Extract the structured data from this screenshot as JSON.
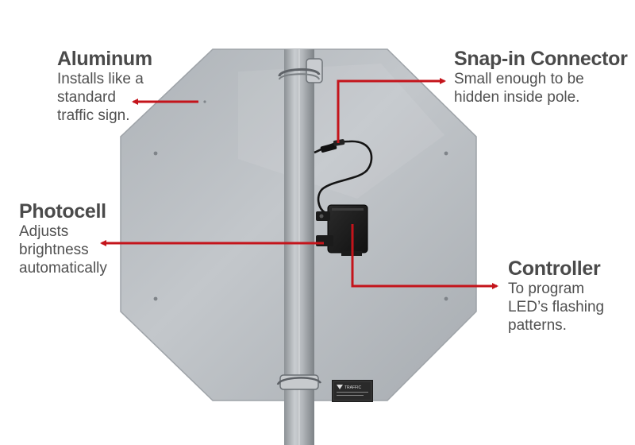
{
  "colors": {
    "arrow_red": "#c4141b",
    "sign_face": "#b7bcc1",
    "pole": "#a9aeb2",
    "text": "#4a4a4a"
  },
  "callouts": {
    "aluminum": {
      "title": "Aluminum",
      "lines": [
        "Installs like a",
        "standard",
        "traffic sign."
      ]
    },
    "snapin": {
      "title": "Snap-in Connector",
      "lines": [
        "Small enough to be",
        "hidden inside pole."
      ]
    },
    "photocell": {
      "title": "Photocell",
      "lines": [
        "Adjusts",
        "brightness",
        "automatically"
      ]
    },
    "controller": {
      "title": "Controller",
      "lines": [
        "To program",
        "LED’s flashing",
        "patterns."
      ]
    }
  },
  "label_plate": {
    "brand": "TRAFFIC"
  }
}
